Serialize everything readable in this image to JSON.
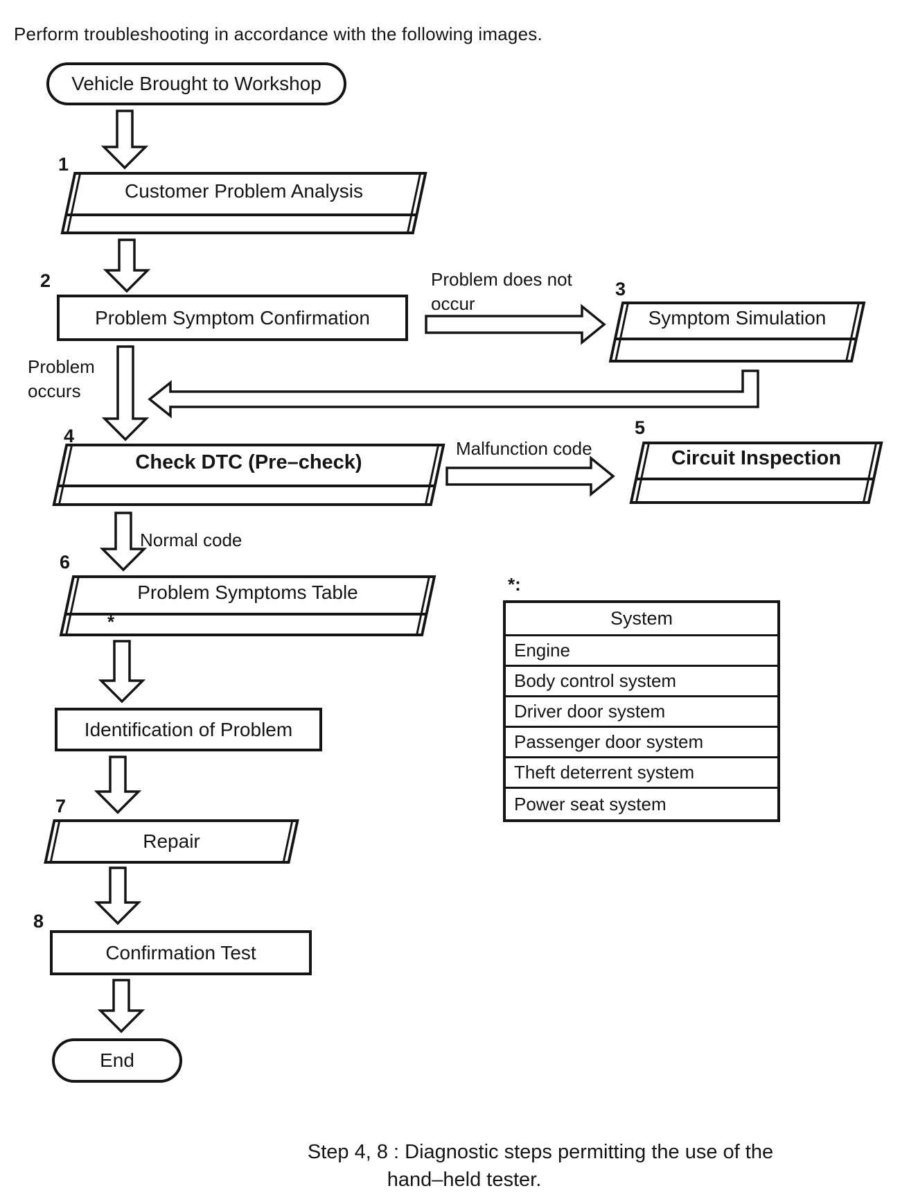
{
  "page": {
    "intro": "Perform troubleshooting in accordance with the following images.",
    "caption_line1": "Step 4, 8 : Diagnostic steps permitting the use of the",
    "caption_line2": "hand–held tester."
  },
  "flowchart": {
    "start_label": "Vehicle Brought to Workshop",
    "end_label": "End",
    "steps": [
      {
        "num": "1",
        "label": "Customer Problem Analysis"
      },
      {
        "num": "2",
        "label": "Problem Symptom Confirmation"
      },
      {
        "num": "3",
        "label": "Symptom Simulation"
      },
      {
        "num": "4",
        "label": "Check DTC (Pre–check)"
      },
      {
        "num": "5",
        "label": "Circuit Inspection"
      },
      {
        "num": "6",
        "label": "Problem Symptoms Table",
        "note": "*"
      },
      {
        "label": "Identification of Problem"
      },
      {
        "num": "7",
        "label": "Repair"
      },
      {
        "num": "8",
        "label": "Confirmation Test"
      }
    ],
    "edge_labels": {
      "problem_does_not_occur": "Problem does not occur",
      "problem_occurs": "Problem occurs",
      "malfunction_code": "Malfunction code",
      "normal_code": "Normal code"
    }
  },
  "system_table": {
    "note_marker": "*:",
    "header": "System",
    "rows": [
      "Engine",
      "Body control system",
      "Driver door system",
      "Passenger door system",
      "Theft deterrent system",
      "Power seat system"
    ]
  }
}
